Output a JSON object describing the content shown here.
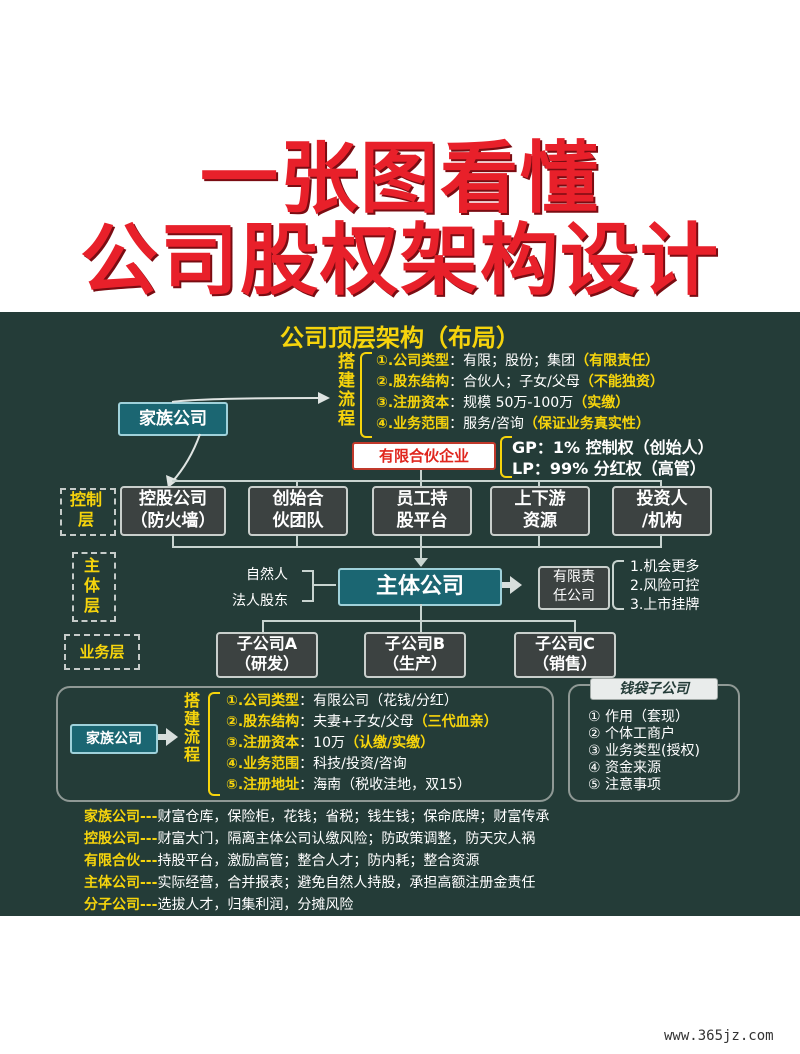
{
  "title": {
    "line1": "一张图看懂",
    "line2": "公司股权架构设计"
  },
  "board": {
    "heading": "公司顶层架构（布局）",
    "setup_flow_label": "搭建流程",
    "top_flow": [
      {
        "k": "①.公司类型",
        "v": "：有限；股份；集团",
        "note": "（有限责任）"
      },
      {
        "k": "②.股东结构",
        "v": "：合伙人；子女/父母",
        "note": "（不能独资）"
      },
      {
        "k": "③.注册资本",
        "v": "：规模 50万-100万",
        "note": "（实缴）"
      },
      {
        "k": "④.业务范围",
        "v": "：服务/咨询",
        "note": "（保证业务真实性）"
      }
    ],
    "family_company": "家族公司",
    "lp_company": "有限合伙企业",
    "gp_line": "GP：1%  控制权（创始人）",
    "lp_line": "LP：99%  分红权（高管）",
    "control_layer": "控制层",
    "main_layer": "主体层",
    "business_layer": "业务层",
    "level1": [
      {
        "l1": "控股公司",
        "l2": "（防火墙）"
      },
      {
        "l1": "创始合",
        "l2": "伙团队"
      },
      {
        "l1": "员工持",
        "l2": "股平台"
      },
      {
        "l1": "上下游",
        "l2": "资源"
      },
      {
        "l1": "投资人",
        "l2": "/机构"
      }
    ],
    "natural_person": "自然人",
    "legal_shareholder": "法人股东",
    "main_company": "主体公司",
    "ltd_company_l1": "有限责",
    "ltd_company_l2": "任公司",
    "benefits": [
      "1.机会更多",
      "2.风险可控",
      "3.上市挂牌"
    ],
    "subsidiaries": [
      {
        "l1": "子公司A",
        "l2": "（研发）"
      },
      {
        "l1": "子公司B",
        "l2": "（生产）"
      },
      {
        "l1": "子公司C",
        "l2": "（销售）"
      }
    ],
    "family_company_2": "家族公司",
    "setup_flow_label_2": "搭建流程",
    "bottom_flow": [
      {
        "k": "①.公司类型",
        "v": "：有限公司（花钱/分红）",
        "note": ""
      },
      {
        "k": "②.股东结构",
        "v": "：夫妻+子女/父母",
        "note": "（三代血亲）"
      },
      {
        "k": "③.注册资本",
        "v": "：10万",
        "note": "（认缴/实缴）"
      },
      {
        "k": "④.业务范围",
        "v": "：科技/投资/咨询",
        "note": ""
      },
      {
        "k": "⑤.注册地址",
        "v": "：海南（税收洼地，双15）",
        "note": ""
      }
    ],
    "wallet_company_title": "钱袋子公司",
    "wallet_items": [
      "①  作用（套现）",
      "②  个体工商户",
      "③  业务类型(授权)",
      "④  资金来源",
      "⑤  注意事项"
    ],
    "summary": [
      {
        "k": "家族公司---",
        "v": "财富仓库，保险柜，花钱；省税；钱生钱；保命底牌；财富传承"
      },
      {
        "k": "控股公司---",
        "v": "财富大门，隔离主体公司认缴风险；防政策调整，防天灾人祸"
      },
      {
        "k": "有限合伙---",
        "v": "持股平台，激励高管；整合人才；防内耗；整合资源"
      },
      {
        "k": "主体公司---",
        "v": "实际经营，合并报表；避免自然人持股，承担高额注册金责任"
      },
      {
        "k": "分子公司---",
        "v": "选拔人才，归集利润，分摊风险"
      }
    ]
  },
  "watermark": "www.365jz.com"
}
